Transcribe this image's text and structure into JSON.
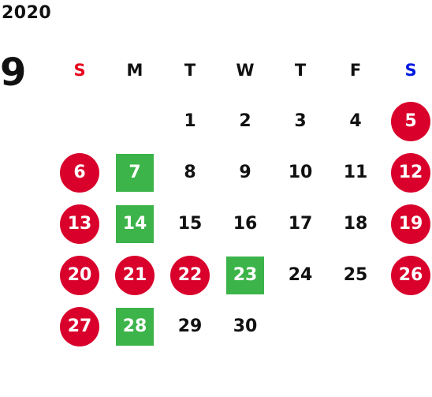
{
  "calendar": {
    "year": "2020",
    "month": "9",
    "colors": {
      "holiday": "#d9002b",
      "event": "#3cb44a",
      "sunday_header": "#e8001c",
      "saturday_header": "#0019e0",
      "text": "#111111"
    },
    "weekdays": [
      {
        "label": "S",
        "color": "#e8001c"
      },
      {
        "label": "M",
        "color": "#111111"
      },
      {
        "label": "T",
        "color": "#111111"
      },
      {
        "label": "W",
        "color": "#111111"
      },
      {
        "label": "T",
        "color": "#111111"
      },
      {
        "label": "F",
        "color": "#111111"
      },
      {
        "label": "S",
        "color": "#0019e0"
      }
    ],
    "first_weekday_index": 2,
    "days": [
      {
        "n": "1",
        "type": "normal"
      },
      {
        "n": "2",
        "type": "normal"
      },
      {
        "n": "3",
        "type": "normal"
      },
      {
        "n": "4",
        "type": "normal"
      },
      {
        "n": "5",
        "type": "holiday"
      },
      {
        "n": "6",
        "type": "holiday"
      },
      {
        "n": "7",
        "type": "event"
      },
      {
        "n": "8",
        "type": "normal"
      },
      {
        "n": "9",
        "type": "normal"
      },
      {
        "n": "10",
        "type": "normal"
      },
      {
        "n": "11",
        "type": "normal"
      },
      {
        "n": "12",
        "type": "holiday"
      },
      {
        "n": "13",
        "type": "holiday"
      },
      {
        "n": "14",
        "type": "event"
      },
      {
        "n": "15",
        "type": "normal"
      },
      {
        "n": "16",
        "type": "normal"
      },
      {
        "n": "17",
        "type": "normal"
      },
      {
        "n": "18",
        "type": "normal"
      },
      {
        "n": "19",
        "type": "holiday"
      },
      {
        "n": "20",
        "type": "holiday"
      },
      {
        "n": "21",
        "type": "holiday"
      },
      {
        "n": "22",
        "type": "holiday"
      },
      {
        "n": "23",
        "type": "event"
      },
      {
        "n": "24",
        "type": "normal"
      },
      {
        "n": "25",
        "type": "normal"
      },
      {
        "n": "26",
        "type": "holiday"
      },
      {
        "n": "27",
        "type": "holiday"
      },
      {
        "n": "28",
        "type": "event"
      },
      {
        "n": "29",
        "type": "normal"
      },
      {
        "n": "30",
        "type": "normal"
      }
    ]
  }
}
